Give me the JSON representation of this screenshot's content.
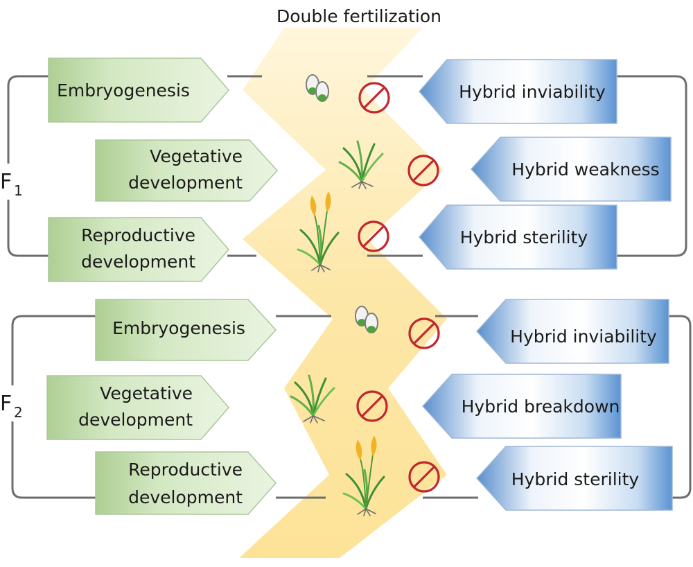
{
  "title": "Double fertilization",
  "generations": [
    {
      "label": "F",
      "subscript": "1",
      "stages": [
        "Embryogenesis",
        [
          "Vegetative",
          "development"
        ],
        [
          "Reproductive",
          "development"
        ]
      ],
      "barriers": [
        "Hybrid inviability",
        "Hybrid weakness",
        "Hybrid sterility"
      ],
      "icons": [
        "seed-icon",
        "seedling-icon",
        "flowering-plant-icon"
      ]
    },
    {
      "label": "F",
      "subscript": "2",
      "stages": [
        "Embryogenesis",
        [
          "Vegetative",
          "development"
        ],
        [
          "Reproductive",
          "development"
        ]
      ],
      "barriers": [
        "Hybrid inviability",
        "Hybrid breakdown",
        "Hybrid sterility"
      ],
      "icons": [
        "seed-icon",
        "seedling-icon",
        "flowering-plant-icon"
      ]
    }
  ],
  "colors": {
    "stage_fill": "#c6deb4",
    "barrier_fill": "#5b93cf",
    "band": "#fde9b0",
    "prohibited": "#c0282e",
    "bracket": "#6d6d6d"
  }
}
